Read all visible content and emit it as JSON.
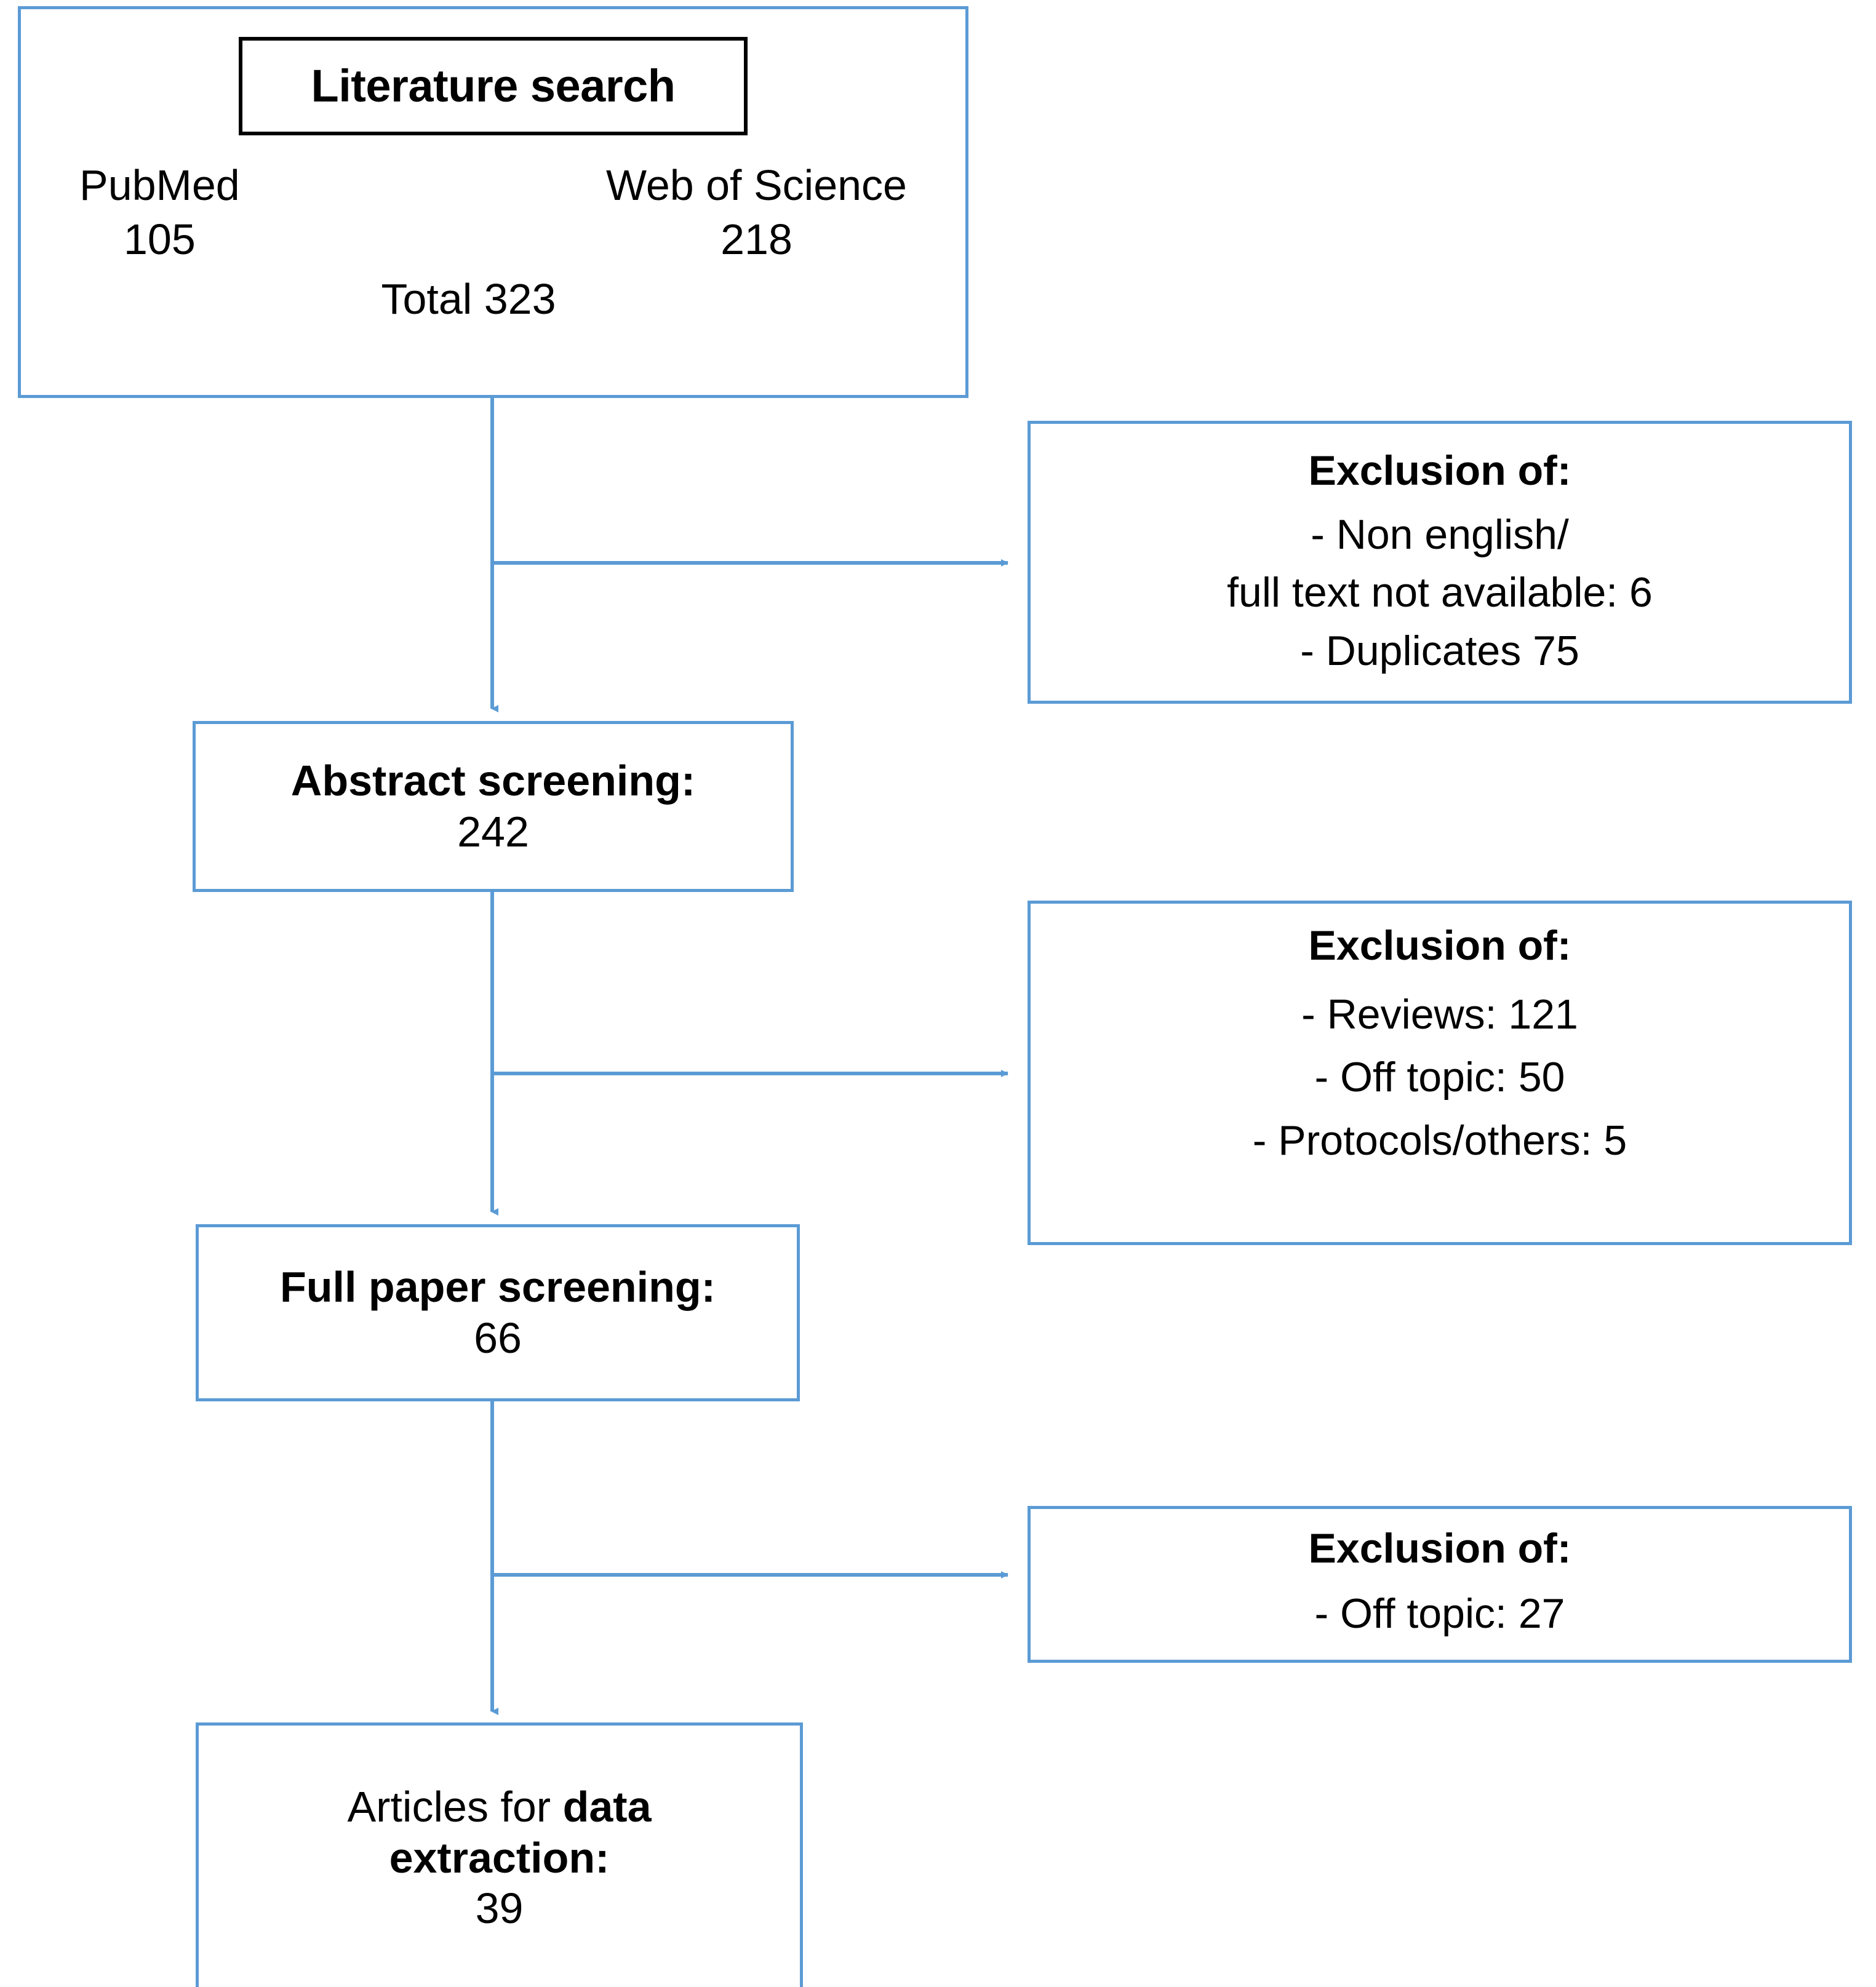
{
  "diagram": {
    "type": "prisma-flow",
    "accent_color": "#5B9BD5",
    "text_color": "#000000",
    "title_border_color": "#000000"
  },
  "search": {
    "title": "Literature search",
    "sources": [
      {
        "name": "PubMed",
        "count": "105"
      },
      {
        "name": "Web of Science",
        "count": "218"
      }
    ],
    "total": "Total 323"
  },
  "stages": {
    "abstract": {
      "title": "Abstract screening:",
      "count": "242"
    },
    "fullpaper": {
      "title": "Full paper screening:",
      "count": "66"
    },
    "articles": {
      "line1_plain": "Articles for ",
      "line1_bold": "data",
      "line2_bold": "extraction:",
      "count": "39"
    }
  },
  "exclusions": [
    {
      "heading": "Exclusion of:",
      "items": [
        "-    Non english/",
        "full text not available: 6",
        "-    Duplicates 75"
      ]
    },
    {
      "heading": "Exclusion of:",
      "items": [
        "-    Reviews: 121",
        "-    Off topic: 50",
        "-   Protocols/others: 5"
      ]
    },
    {
      "heading": "Exclusion of:",
      "items": [
        "- Off topic: 27"
      ]
    }
  ]
}
